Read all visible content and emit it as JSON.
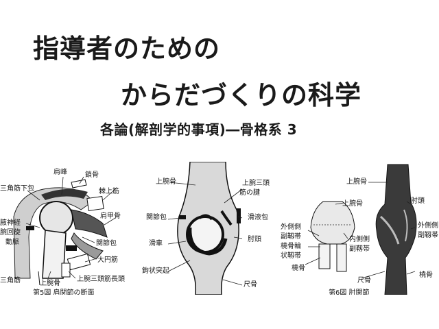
{
  "title": {
    "line1": "指導者のための",
    "line2": "からだづくりの科学",
    "subtitle": "各論(解剖学的事項)―骨格系 3"
  },
  "figures": {
    "shoulder": {
      "labels": {
        "kenpo": "肩峰",
        "sakotsu": "鎖骨",
        "sankakukinkahou": "三角筋下包",
        "kyokujoukin": "棘上筋",
        "kenkoukotsu": "肩甲骨",
        "shinkei": "腋神経",
        "kaisen": "腕回旋",
        "doumyaku": "動脈",
        "kansetsuhou": "関節包",
        "daienkin": "大円筋",
        "sankakukin": "三角筋",
        "jouwankotsu": "上腕骨",
        "choutou": "上腕三頭筋長頭"
      },
      "caption": "第5図 肩関節の断面"
    },
    "elbow_side": {
      "labels": {
        "jouwankotsu": "上腕骨",
        "santou": "上腕三頭",
        "ken": "筋の腱",
        "kansetsuhou": "関節包",
        "kassekihou": "滑液包",
        "kassha": "滑車",
        "chuutou": "肘頭",
        "koujou": "鉤状突起",
        "shakkotsu": "尺骨"
      }
    },
    "elbow_front": {
      "labels": {
        "jouwankotsu1": "上腕骨",
        "jouwankotsu2": "上腕骨",
        "chuutou": "肘頭",
        "gaisoku": "外側側",
        "fukujin": "副靱帯",
        "toukotsurin": "橈骨輪",
        "joujintai": "状靱帯",
        "naisoku": "内側側",
        "fukujin2": "副靱帯",
        "toukotsu": "橈骨",
        "shakkotsu": "尺骨",
        "gaisoku2": "外側側",
        "fukujin3": "副靱帯",
        "toukotsu2": "橈骨"
      },
      "caption": "第6図 肘関節"
    }
  }
}
